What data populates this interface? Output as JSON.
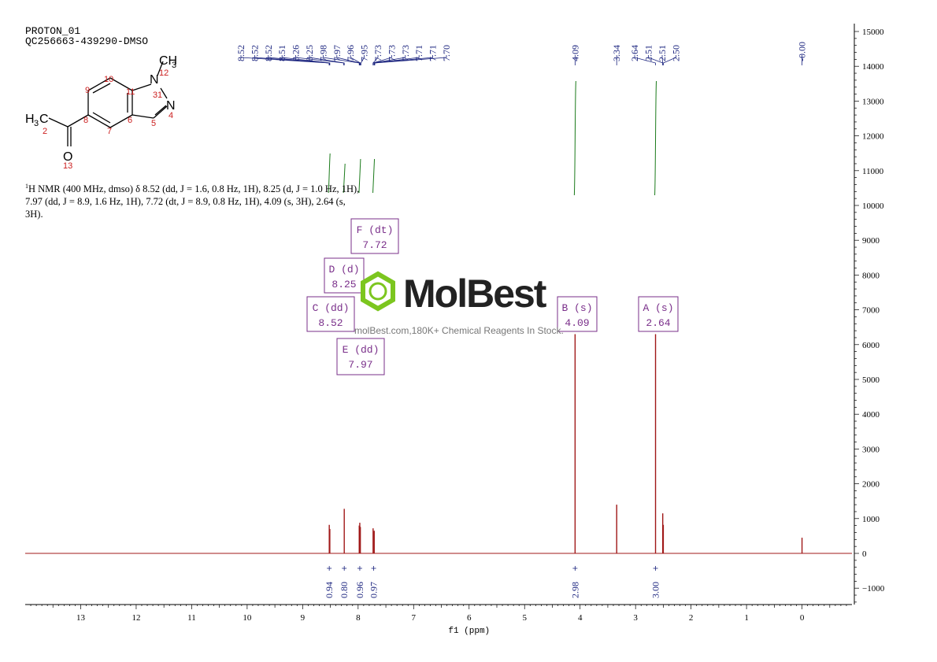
{
  "header": {
    "line1": "PROTON_01",
    "line2": "QC256663-439290-DMSO"
  },
  "description": {
    "lead": "H NMR (400 MHz, dmso) δ 8.52 (dd, J = 1.6, 0.8 Hz, 1H), 8.25 (d, J = 1.0 Hz, 1H), 7.97 (dd, J = 8.9, 1.6 Hz, 1H), 7.72 (dt, J = 8.9, 0.8 Hz, 1H), 4.09 (s, 3H), 2.64 (s, 3H).",
    "sup": "1"
  },
  "watermark": {
    "brand": "MolBest",
    "subtitle": "molBest.com,180K+ Chemical Reagents In Stock."
  },
  "colors": {
    "spectrum": "#a01818",
    "peak_labels": "#1a237e",
    "integral": "#1a7a1a",
    "annotation_box": "#7a2f8a",
    "atom_numbers": "#cc2020",
    "logo_green": "#7cc61f"
  },
  "molecule": {
    "atoms": [
      "N",
      "N",
      "O",
      "CH3",
      "H3C"
    ],
    "atom_numbers": [
      "1",
      "2",
      "3",
      "4",
      "5",
      "6",
      "7",
      "8",
      "9",
      "10",
      "11",
      "12",
      "13"
    ],
    "subscript": "3"
  },
  "chart_data": {
    "type": "line",
    "title": "",
    "xlabel": "f1 (ppm)",
    "ylabel": "",
    "x_reversed": true,
    "xlim": [
      14.0,
      -0.9
    ],
    "ylim": [
      -1500,
      15000
    ],
    "x_ticks": [
      13,
      12,
      11,
      10,
      9,
      8,
      7,
      6,
      5,
      4,
      3,
      2,
      1,
      0
    ],
    "y_ticks": [
      -1000,
      0,
      1000,
      2000,
      3000,
      4000,
      5000,
      6000,
      7000,
      8000,
      9000,
      10000,
      11000,
      12000,
      13000,
      14000,
      15000
    ],
    "grid": false,
    "peaks": [
      {
        "ppm": 8.52,
        "height": 820
      },
      {
        "ppm": 8.51,
        "height": 700
      },
      {
        "ppm": 8.25,
        "height": 1280
      },
      {
        "ppm": 7.98,
        "height": 800
      },
      {
        "ppm": 7.97,
        "height": 880
      },
      {
        "ppm": 7.96,
        "height": 760
      },
      {
        "ppm": 7.73,
        "height": 720
      },
      {
        "ppm": 7.71,
        "height": 650
      },
      {
        "ppm": 4.09,
        "height": 6300
      },
      {
        "ppm": 3.34,
        "height": 1400
      },
      {
        "ppm": 2.64,
        "height": 6300
      },
      {
        "ppm": 2.51,
        "height": 1150
      },
      {
        "ppm": 2.5,
        "height": 820
      },
      {
        "ppm": 0.0,
        "height": 450
      }
    ],
    "peak_labels": {
      "group1": [
        "8.52",
        "8.52",
        "8.52",
        "8.51",
        "8.26",
        "8.25",
        "7.98",
        "7.97",
        "7.96",
        "7.95",
        "7.73",
        "7.73",
        "7.73",
        "7.71",
        "7.71",
        "7.70"
      ],
      "group2": [
        "4.09"
      ],
      "group3": [
        "3.34"
      ],
      "group4": [
        "2.64",
        "2.51",
        "2.51",
        "2.50"
      ],
      "group5": [
        "-0.00"
      ]
    },
    "multiplets": [
      {
        "letter": "C",
        "mult": "(dd)",
        "ppm": "8.52"
      },
      {
        "letter": "D",
        "mult": "(d)",
        "ppm": "8.25"
      },
      {
        "letter": "F",
        "mult": "(dt)",
        "ppm": "7.72"
      },
      {
        "letter": "E",
        "mult": "(dd)",
        "ppm": "7.97"
      },
      {
        "letter": "B",
        "mult": "(s)",
        "ppm": "4.09"
      },
      {
        "letter": "A",
        "mult": "(s)",
        "ppm": "2.64"
      }
    ],
    "integrals": [
      {
        "ppm": 8.52,
        "value": "0.94"
      },
      {
        "ppm": 8.25,
        "value": "0.80"
      },
      {
        "ppm": 7.97,
        "value": "0.96"
      },
      {
        "ppm": 7.72,
        "value": "0.97"
      },
      {
        "ppm": 4.09,
        "value": "2.98"
      },
      {
        "ppm": 2.64,
        "value": "3.00"
      }
    ]
  }
}
